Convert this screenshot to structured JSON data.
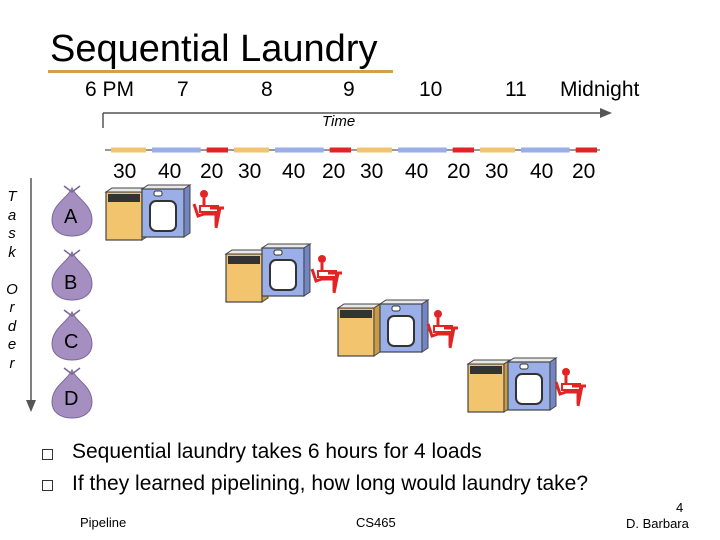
{
  "slide": {
    "title": "Sequential Laundry",
    "time_label": "Time",
    "task_order_label": [
      "T",
      "a",
      "s",
      "k",
      "",
      "O",
      "r",
      "d",
      "e",
      "r"
    ]
  },
  "hours": [
    "6 PM",
    "7",
    "8",
    "9",
    "10",
    "11",
    "Midnight"
  ],
  "durations": [
    "30",
    "40",
    "20",
    "30",
    "40",
    "20",
    "30",
    "40",
    "20",
    "30",
    "40",
    "20"
  ],
  "loads": [
    "A",
    "B",
    "C",
    "D"
  ],
  "bullets": [
    "Sequential laundry takes 6 hours for 4 loads",
    "If they learned pipelining, how long would  laundry take?"
  ],
  "footer": {
    "left": "Pipeline",
    "center": "CS465",
    "page_number": "4",
    "author": "D. Barbara"
  },
  "colors": {
    "washer": "#f2c46d",
    "dryer": "#9aaee8",
    "folder": "#e32424",
    "title_rule": "#d2a04a",
    "bag": "#a58fc0"
  }
}
